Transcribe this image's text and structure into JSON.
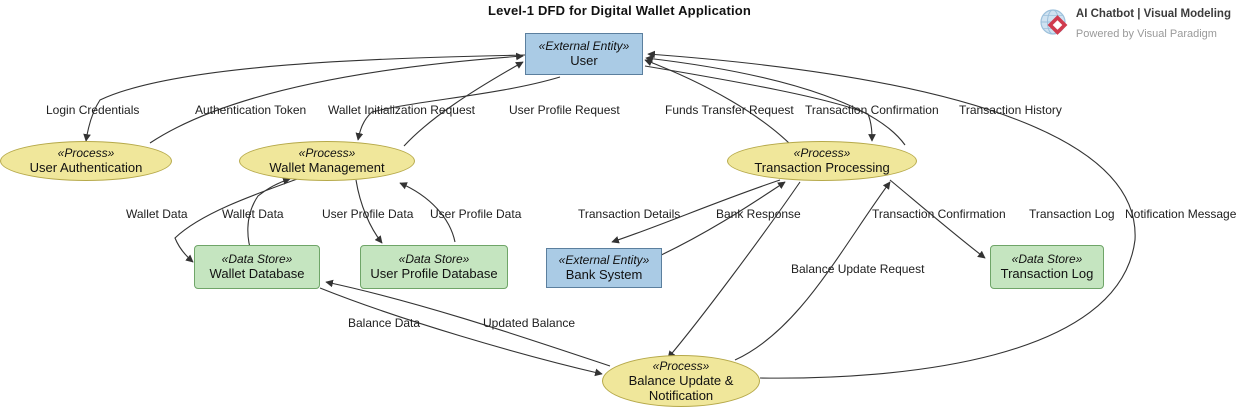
{
  "diagram": {
    "title": "Level-1 DFD for Digital Wallet Application"
  },
  "branding": {
    "icon": "visual-paradigm-globe-diamond-logo",
    "line1": "AI Chatbot | Visual Modeling",
    "line2": "Powered by Visual Paradigm"
  },
  "colors": {
    "external_entity_fill": "#aacbe5",
    "external_entity_stroke": "#5b7f9e",
    "data_store_fill": "#c5e5c0",
    "data_store_stroke": "#6fa568",
    "process_fill": "#f0e79b",
    "process_stroke": "#b6a94a",
    "edge_stroke": "#333333",
    "background": "#ffffff"
  },
  "nodes": [
    {
      "id": "user",
      "stereotype": "«External Entity»",
      "label": "User",
      "type": "external-entity"
    },
    {
      "id": "bank",
      "stereotype": "«External Entity»",
      "label": "Bank System",
      "type": "external-entity"
    },
    {
      "id": "auth",
      "stereotype": "«Process»",
      "label": "User Authentication",
      "type": "process"
    },
    {
      "id": "wallet-mgmt",
      "stereotype": "«Process»",
      "label": "Wallet Management",
      "type": "process"
    },
    {
      "id": "txn-proc",
      "stereotype": "«Process»",
      "label": "Transaction Processing",
      "type": "process"
    },
    {
      "id": "balance-update",
      "stereotype": "«Process»",
      "label": "Balance Update & Notification",
      "type": "process"
    },
    {
      "id": "wallet-db",
      "stereotype": "«Data Store»",
      "label": "Wallet Database",
      "type": "data-store"
    },
    {
      "id": "profile-db",
      "stereotype": "«Data Store»",
      "label": "User Profile Database",
      "type": "data-store"
    },
    {
      "id": "txn-log",
      "stereotype": "«Data Store»",
      "label": "Transaction Log",
      "type": "data-store"
    }
  ],
  "edge_labels": [
    {
      "id": "login-credentials",
      "text": "Login Credentials"
    },
    {
      "id": "authentication-token",
      "text": "Authentication Token"
    },
    {
      "id": "wallet-init-request",
      "text": "Wallet Initialization Request"
    },
    {
      "id": "user-profile-request",
      "text": "User Profile Request"
    },
    {
      "id": "funds-transfer-request",
      "text": "Funds Transfer Request"
    },
    {
      "id": "transaction-confirmation-1",
      "text": "Transaction Confirmation"
    },
    {
      "id": "transaction-history",
      "text": "Transaction History"
    },
    {
      "id": "wallet-data-1",
      "text": "Wallet Data"
    },
    {
      "id": "wallet-data-2",
      "text": "Wallet Data"
    },
    {
      "id": "user-profile-data-1",
      "text": "User Profile Data"
    },
    {
      "id": "user-profile-data-2",
      "text": "User Profile Data"
    },
    {
      "id": "transaction-details",
      "text": "Transaction Details"
    },
    {
      "id": "bank-response",
      "text": "Bank Response"
    },
    {
      "id": "transaction-confirmation-2",
      "text": "Transaction Confirmation"
    },
    {
      "id": "transaction-log",
      "text": "Transaction Log"
    },
    {
      "id": "notification-message",
      "text": "Notification Message"
    },
    {
      "id": "balance-update-request",
      "text": "Balance Update Request"
    },
    {
      "id": "balance-data",
      "text": "Balance Data"
    },
    {
      "id": "updated-balance",
      "text": "Updated Balance"
    }
  ]
}
